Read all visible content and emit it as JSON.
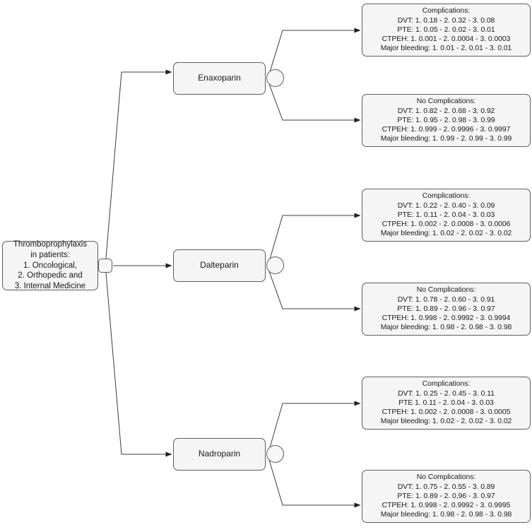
{
  "diagram": {
    "type": "decision-tree",
    "background_color": "#ffffff",
    "node_fill_color": "#f5f5f5",
    "node_border_color": "#5e5e5e",
    "edge_color": "#3c3c3c"
  },
  "root": {
    "label_lines": [
      "Thromboprophylaxis",
      "in patients:",
      "1. Oncological,",
      "2. Orthopedic and",
      "3. Internal Medicine"
    ]
  },
  "decision_node": {
    "name": "decision-node"
  },
  "branches": [
    {
      "drug": "Enaxoparin",
      "chance_node": "chance-node-enaxoparin",
      "outcomes": [
        {
          "title": "Complications:",
          "rows": [
            "DVT: 1. 0.18 - 2. 0.32 - 3. 0.08",
            "PTE: 1. 0.05 - 2. 0.02 - 3. 0.01",
            "CTPEH: 1. 0.001 - 2. 0.0004 - 3. 0.0003",
            "Major bleeding: 1. 0.01 - 2. 0.01 - 3. 0.01"
          ]
        },
        {
          "title": "No Complications:",
          "rows": [
            "DVT: 1. 0.82 - 2. 0.68 - 3. 0.92",
            "PTE: 1. 0.95 - 2. 0.98 - 3. 0.99",
            "CTPEH: 1. 0.999 - 2. 0.9996 - 3. 0.9997",
            "Major bleeding: 1. 0.99 - 2. 0.99 - 3. 0.99"
          ]
        }
      ]
    },
    {
      "drug": "Dalteparin",
      "chance_node": "chance-node-dalteparin",
      "outcomes": [
        {
          "title": "Complications:",
          "rows": [
            "DVT: 1. 0.22 - 2. 0.40 - 3. 0.09",
            "PTE: 1. 0.11 - 2. 0.04 - 3. 0.03",
            "CTPEH: 1. 0.002 - 2. 0.0008 - 3. 0.0006",
            "Major bleeding: 1. 0.02 - 2. 0.02 - 3. 0.02"
          ]
        },
        {
          "title": "No Complications:",
          "rows": [
            "DVT: 1. 0.78 - 2. 0.60 - 3. 0.91",
            "PTE: 1. 0.89 - 2. 0.96 - 3. 0.97",
            "CTPEH: 1. 0.998 - 2. 0.9992 - 3. 0.9994",
            "Major bleeding: 1. 0.98 - 2. 0.98 - 3. 0.98"
          ]
        }
      ]
    },
    {
      "drug": "Nadroparin",
      "chance_node": "chance-node-nadroparin",
      "outcomes": [
        {
          "title": "Complications:",
          "rows": [
            "DVT: 1. 0.25 - 2. 0.45 - 3. 0.11",
            "PTE 1. 0.11 - 2. 0.04 - 3. 0.03",
            "CTPEH: 1. 0.002 - 2. 0.0008 - 3. 0.0005",
            "Major bleeding: 1. 0.02 - 2. 0.02 - 3. 0.02"
          ]
        },
        {
          "title": "No Complications:",
          "rows": [
            "DVT: 1. 0.75 - 2. 0.55 - 3. 0.89",
            "PTE: 1. 0.89 - 2. 0,96 - 3. 0.97",
            "CTPEH: 1. 0.998 - 2. 0.9992 - 3. 0.9995",
            "Major bleeding: 1. 0.98 - 2. 0.98 - 3. 0.98"
          ]
        }
      ]
    }
  ]
}
